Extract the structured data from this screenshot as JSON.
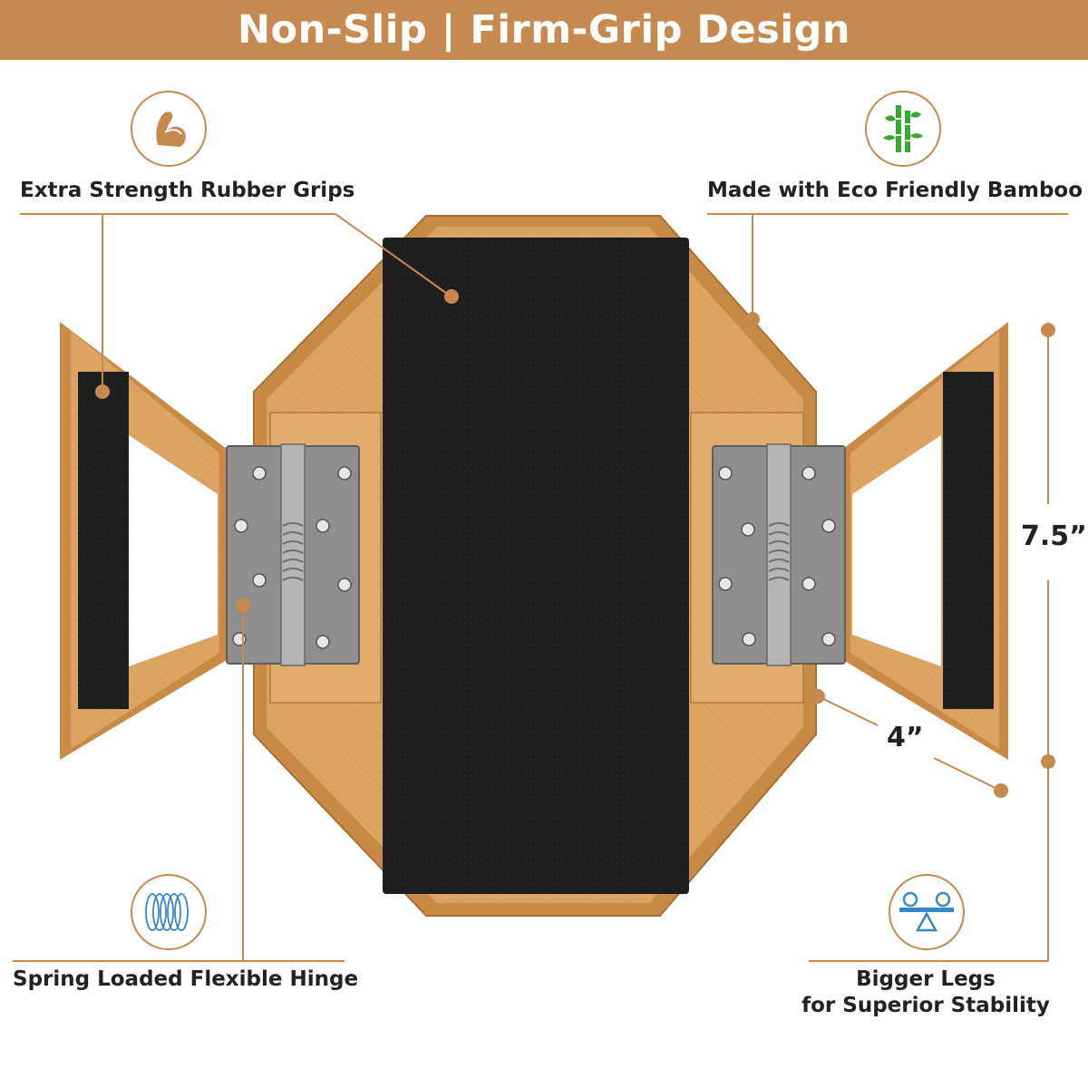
{
  "banner": {
    "title": "Non-Slip | Firm-Grip Design"
  },
  "features": {
    "grips": {
      "label": "Extra Strength Rubber Grips",
      "icon": "flexed-arm-icon"
    },
    "bamboo": {
      "label": "Made with Eco Friendly Bamboo",
      "icon": "bamboo-icon"
    },
    "hinge": {
      "label": "Spring Loaded Flexible Hinge",
      "icon": "spring-coil-icon"
    },
    "legs": {
      "line1": "Bigger Legs",
      "line2": "for Superior Stability",
      "icon": "balance-scale-icon"
    }
  },
  "dimensions": {
    "height": "7.5”",
    "width": "4”"
  },
  "colors": {
    "accent": "#c6894f",
    "bamboo": "#d9a05e",
    "rubber": "#1f1f1f",
    "metal": "#8d8d8d",
    "icon_blue": "#3b86c4",
    "icon_green": "#3aa835"
  }
}
